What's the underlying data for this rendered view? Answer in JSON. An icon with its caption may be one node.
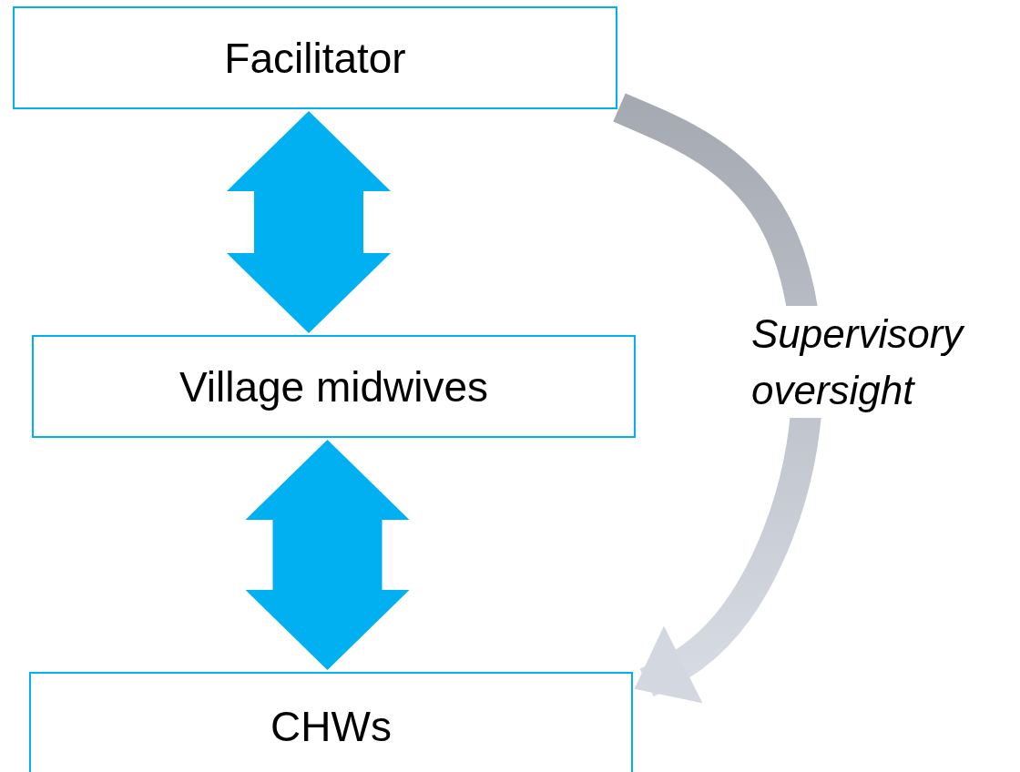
{
  "diagram": {
    "nodes": [
      {
        "text": [
          "Facilitator"
        ]
      },
      {
        "text": [
          "Village midwives"
        ]
      },
      {
        "text": [
          "CHWs"
        ]
      }
    ],
    "edges": [
      {
        "from": 0,
        "to": 1,
        "arrow": "both",
        "color": "#00b0f0",
        "style": "thick"
      },
      {
        "from": 1,
        "to": 2,
        "arrow": "both",
        "color": "#00b0f0",
        "style": "thick"
      },
      {
        "from": 0,
        "to": 2,
        "arrow": "to",
        "label": "Supervisory oversight"
      }
    ]
  }
}
